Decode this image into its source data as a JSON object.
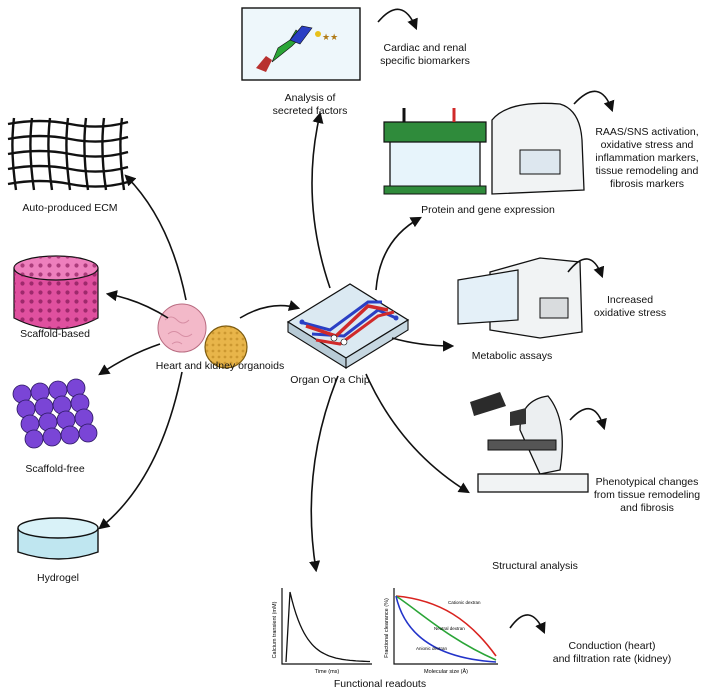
{
  "labels": {
    "auto_ecm": "Auto-produced ECM",
    "scaffold_based": "Scaffold-based",
    "scaffold_free": "Scaffold-free",
    "hydrogel": "Hydrogel",
    "organoids": "Heart and kidney organoids",
    "organ_chip": "Organ On a Chip",
    "secreted": "Analysis of\nsecreted factors",
    "secreted_note": "Cardiac and renal\nspecific biomarkers",
    "protein_gene": "Protein and gene expression",
    "protein_note": "RAAS/SNS activation,\noxidative stress and\ninflammation markers,\ntissue remodeling and\nfibrosis markers",
    "metabolic": "Metabolic assays",
    "metabolic_note": "Increased\noxidative stress",
    "structural": "Structural analysis",
    "structural_note": "Phenotypical changes\nfrom tissue remodeling\nand fibrosis",
    "functional": "Functional readouts",
    "functional_note": "Conduction (heart)\nand filtration rate (kidney)"
  },
  "plot_calcium": {
    "ylabel": "Calcium transient (mM)",
    "xlabel": "Time (ms)"
  },
  "plot_clearance": {
    "ylabel": "Fractional clearance (%)",
    "xlabel": "Molecular size (Å)",
    "series": [
      {
        "name": "Cationic dextran",
        "color": "#d9231f"
      },
      {
        "name": "Neutral dextran",
        "color": "#2aa537"
      },
      {
        "name": "Anionic dextran",
        "color": "#2334c9"
      }
    ]
  },
  "colors": {
    "scaffold_pink": "#e0509f",
    "scaffold_free_purple": "#7a45d6",
    "hydrogel_blue": "#bfe6f0",
    "organoid_pink": "#f3b9c9",
    "organoid_gold": "#e8b54a",
    "chip_glass": "#dbe9f2",
    "channel_red": "#d02a2a",
    "channel_blue": "#2a3fc4",
    "gel_box_green": "#2f8b3b"
  }
}
